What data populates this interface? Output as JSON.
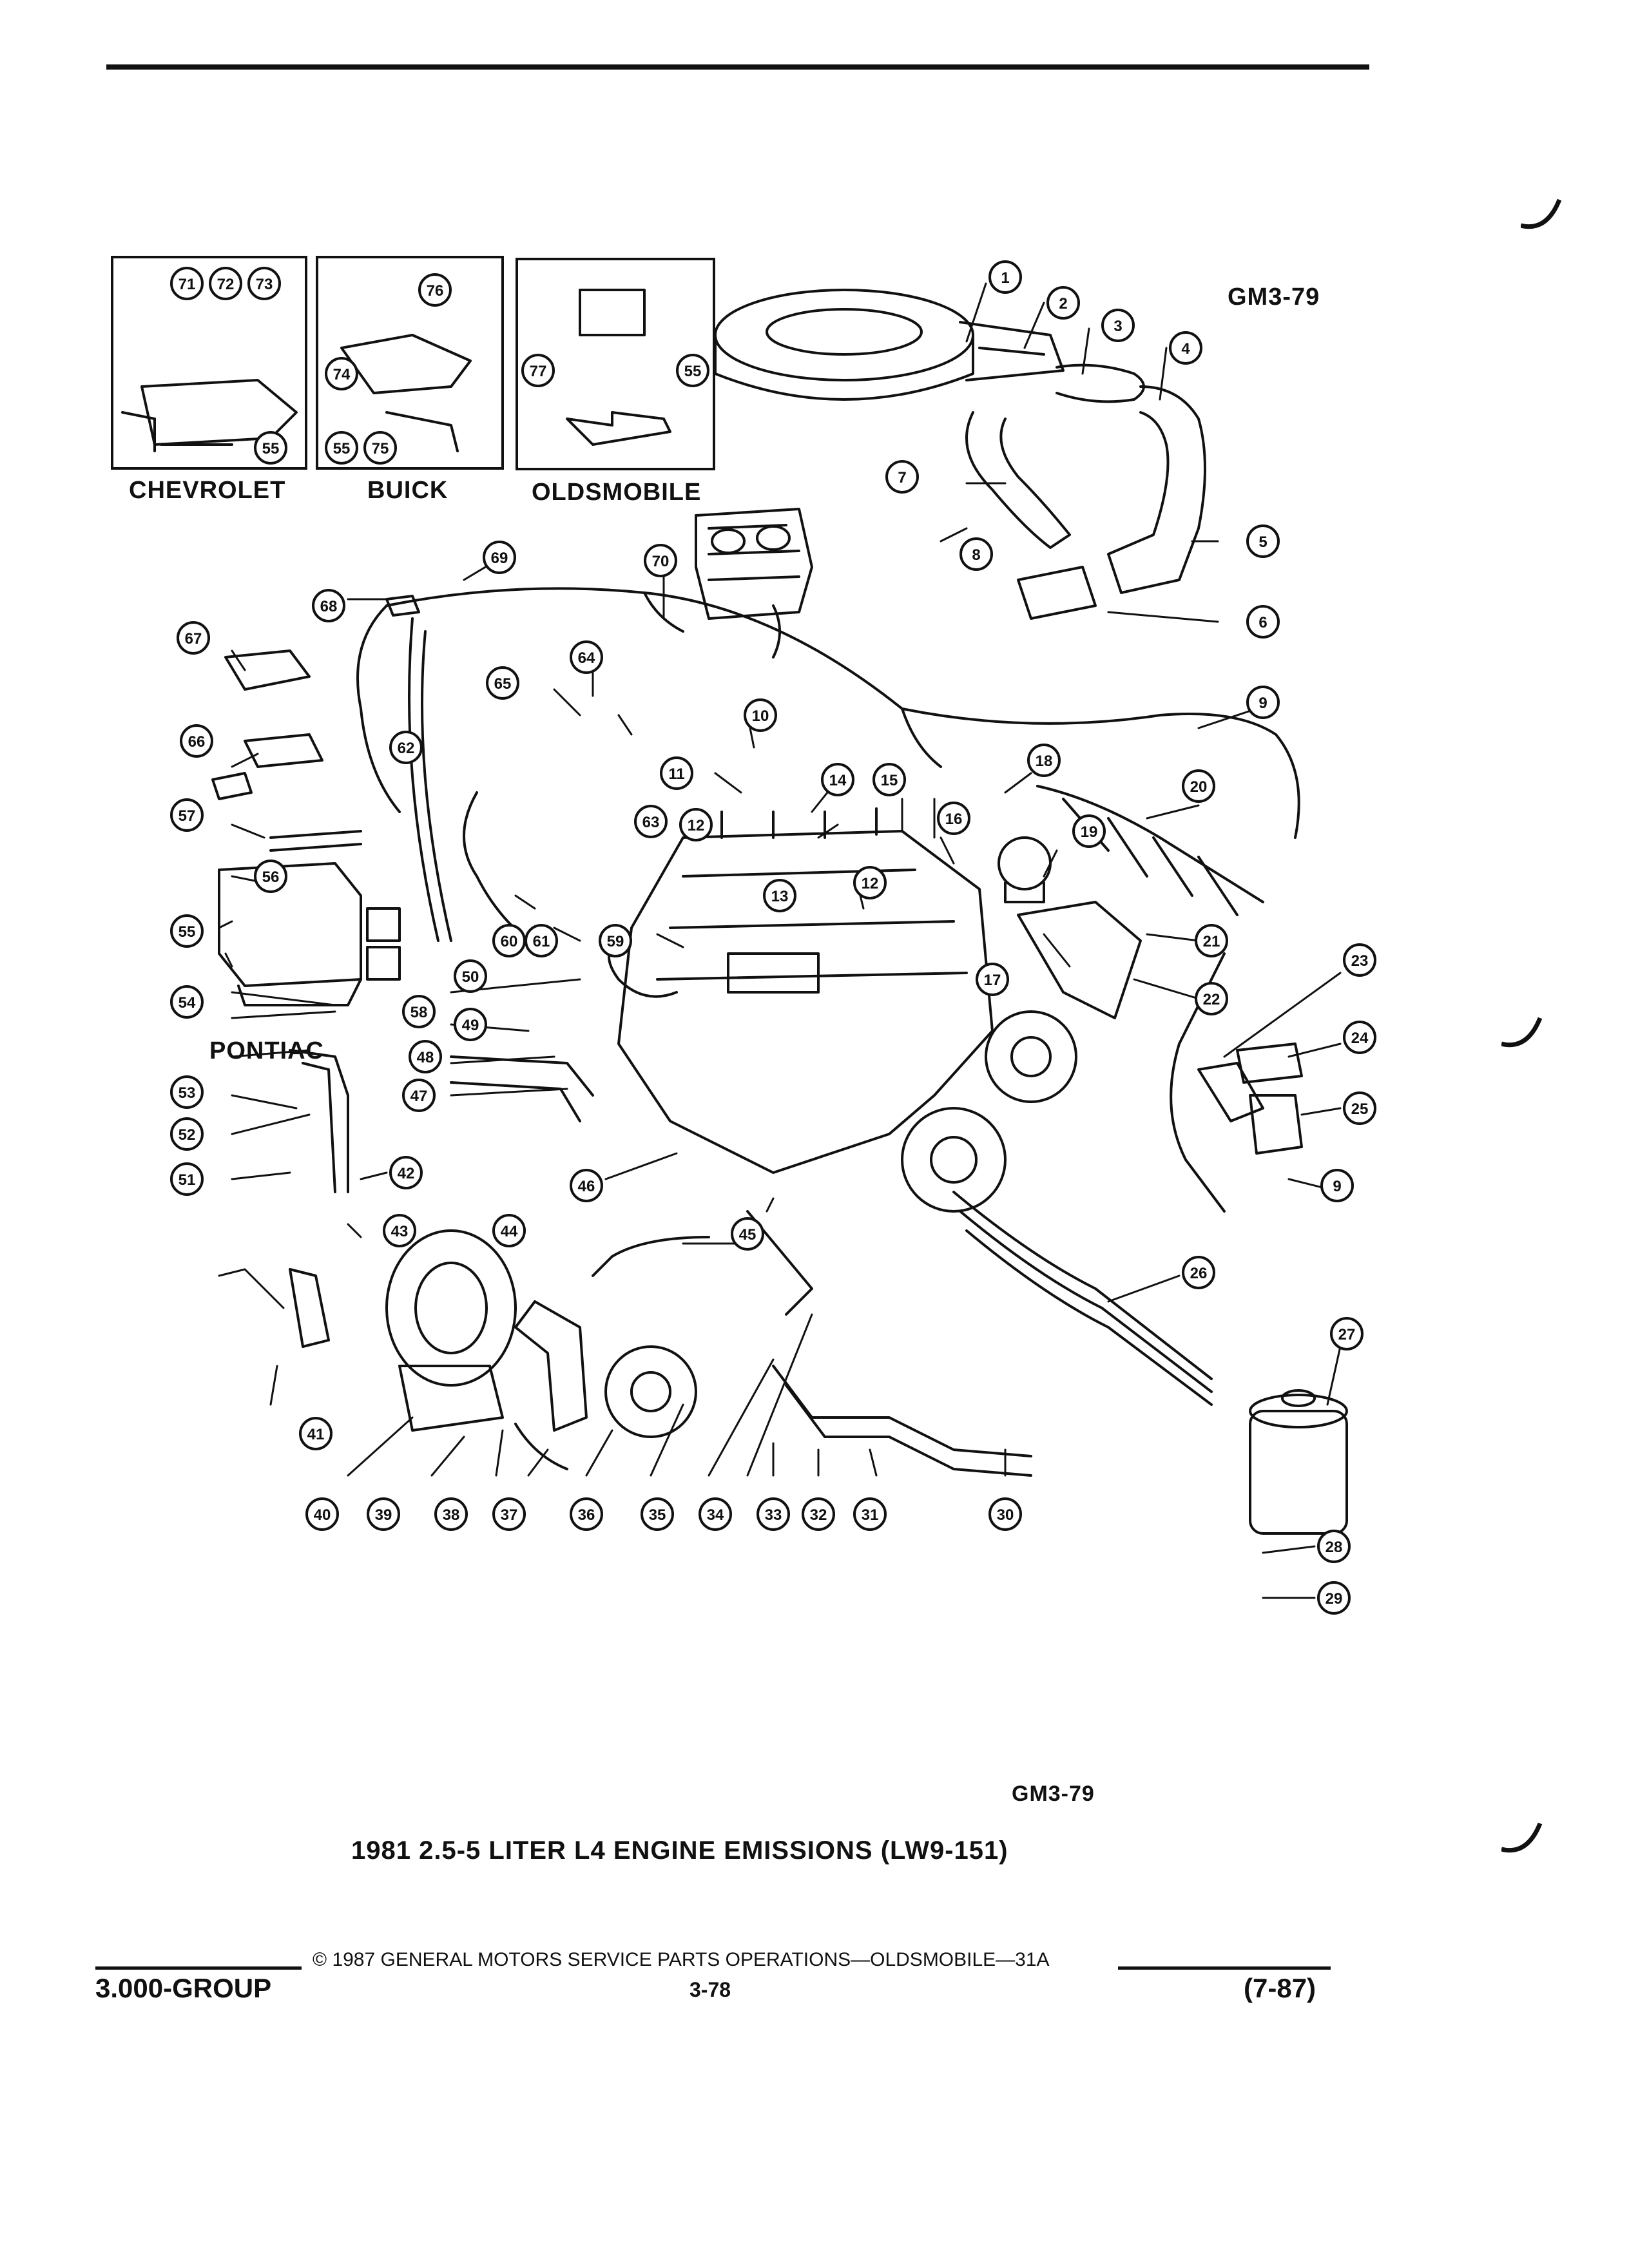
{
  "figure_code_top": "GM3-79",
  "figure_code_bottom": "GM3-79",
  "caption": "1981 2.5-5 LITER L4 ENGINE EMISSIONS (LW9-151)",
  "insets": [
    {
      "label": "CHEVROLET",
      "callouts": [
        "71",
        "72",
        "73",
        "55"
      ]
    },
    {
      "label": "BUICK",
      "callouts": [
        "76",
        "74",
        "55",
        "75"
      ]
    },
    {
      "label": "OLDSMOBILE",
      "callouts": [
        "77",
        "55"
      ]
    }
  ],
  "pontiac_label": "PONTIAC",
  "callouts": [
    "1",
    "2",
    "3",
    "4",
    "5",
    "6",
    "7",
    "8",
    "9",
    "10",
    "11",
    "12",
    "13",
    "14",
    "15",
    "16",
    "17",
    "18",
    "19",
    "20",
    "21",
    "22",
    "23",
    "24",
    "25",
    "26",
    "27",
    "28",
    "29",
    "30",
    "31",
    "32",
    "33",
    "34",
    "35",
    "36",
    "37",
    "38",
    "39",
    "40",
    "41",
    "42",
    "43",
    "44",
    "45",
    "46",
    "47",
    "48",
    "49",
    "50",
    "51",
    "52",
    "53",
    "54",
    "55",
    "56",
    "57",
    "58",
    "59",
    "60",
    "61",
    "62",
    "63",
    "64",
    "65",
    "66",
    "67",
    "68",
    "69",
    "70",
    "9",
    "12"
  ],
  "footer": {
    "copyright": "© 1987  GENERAL MOTORS SERVICE PARTS OPERATIONS—OLDSMOBILE—31A",
    "group": "3.000-GROUP",
    "page": "3-78",
    "date": "(7-87)"
  }
}
